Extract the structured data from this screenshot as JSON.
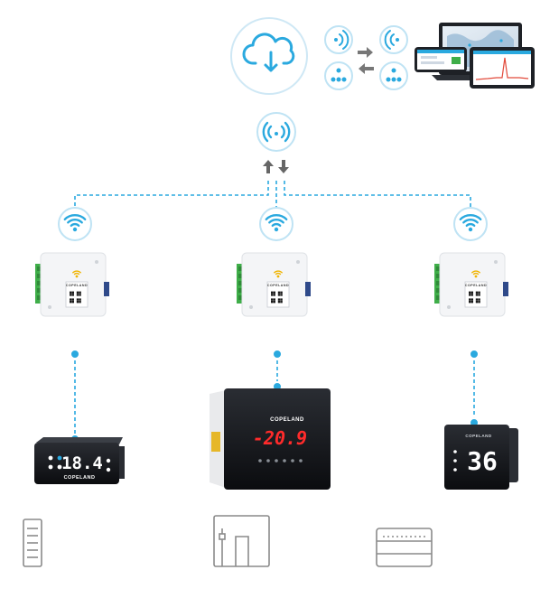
{
  "colors": {
    "accent": "#2aa9df",
    "ring": "#bfe3f4",
    "gateway_body": "#f4f5f7",
    "terminal_green": "#3fae49",
    "controller_dark": "#111318",
    "red_display": "#ff2b2b",
    "white_display": "#ffffff",
    "arrow_gray": "#777777",
    "outline_gray": "#8a8a8a"
  },
  "icons": {
    "cloud": "cloud-download-icon",
    "wireless": "wireless-signal-icon",
    "network": "network-nodes-icon",
    "wifi": "wifi-icon",
    "arrows": "up-down-arrows-icon",
    "exchange": "exchange-arrows-icon"
  },
  "brand": {
    "name": "COPELAND"
  },
  "controllers": [
    {
      "display": "18.4"
    },
    {
      "display": "-20.9"
    },
    {
      "display": "36"
    }
  ],
  "applications": [
    {
      "icon": "reach-in-cabinet-icon"
    },
    {
      "icon": "cold-room-door-icon"
    },
    {
      "icon": "display-case-icon"
    }
  ]
}
